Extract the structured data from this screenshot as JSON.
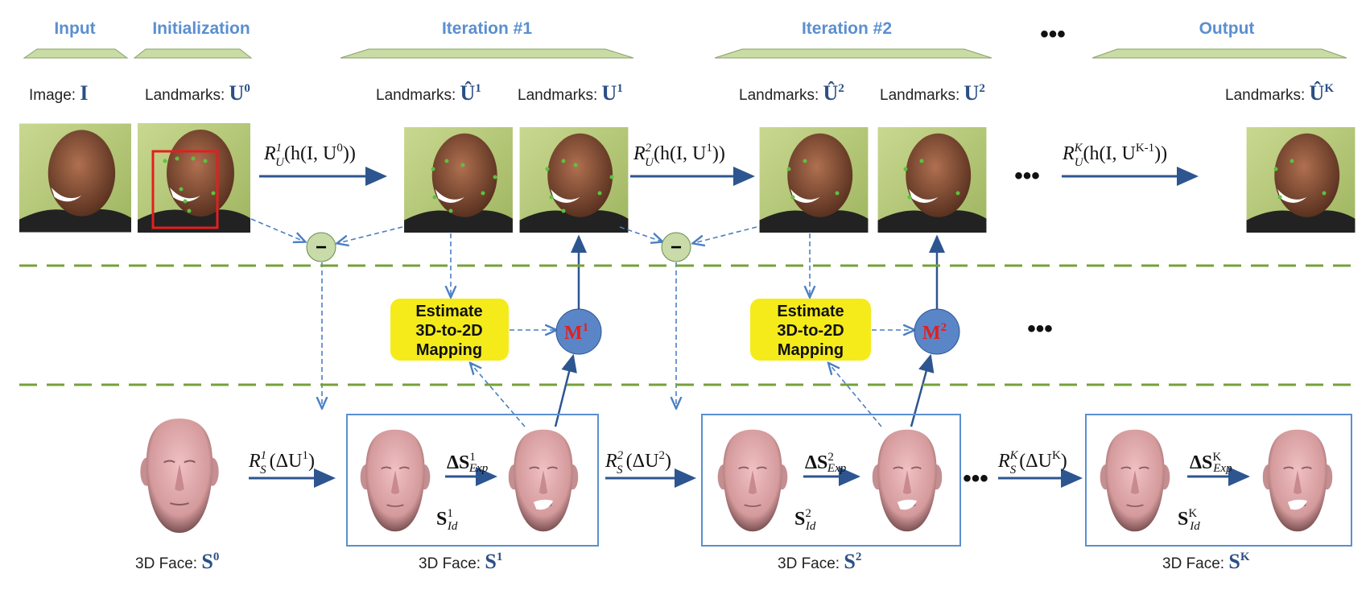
{
  "stages": {
    "input": "Input",
    "initialization": "Initialization",
    "iteration1": "Iteration #1",
    "iteration2": "Iteration #2",
    "ellipsis": "•••",
    "output": "Output"
  },
  "labels": {
    "image": "Image: ",
    "image_sym": "I",
    "landmarks": "Landmarks: ",
    "u0": "U",
    "u0_sup": "0",
    "uhat1": "Û",
    "uhat1_sup": "1",
    "u1": "U",
    "u1_sup": "1",
    "uhat2": "Û",
    "uhat2_sup": "2",
    "u2": "U",
    "u2_sup": "2",
    "uhatk": "Û",
    "uhatk_sup": "K"
  },
  "formulas": {
    "ru1": {
      "R": "R",
      "sub": "U",
      "sup": "1",
      "body": "(h(I, U",
      "arg_sup": "0",
      "end": "))"
    },
    "ru2": {
      "R": "R",
      "sub": "U",
      "sup": "2",
      "body": "(h(I, U",
      "arg_sup": "1",
      "end": "))"
    },
    "ruk": {
      "R": "R",
      "sub": "U",
      "sup": "K",
      "body": "(h(I, U",
      "arg_sup": "K-1",
      "end": "))"
    },
    "rs1": {
      "R": "R",
      "sub": "S",
      "sup": "1",
      "body": "(ΔU",
      "arg_sup": "1",
      "end": ")"
    },
    "rs2": {
      "R": "R",
      "sub": "S",
      "sup": "2",
      "body": "(ΔU",
      "arg_sup": "2",
      "end": ")"
    },
    "rsk": {
      "R": "R",
      "sub": "S",
      "sup": "K",
      "body": "(ΔU",
      "arg_sup": "K",
      "end": ")"
    },
    "dexp1": {
      "d": "ΔS",
      "sup": "1",
      "sub": "Exp"
    },
    "dexp2": {
      "d": "ΔS",
      "sup": "2",
      "sub": "Exp"
    },
    "dexpk": {
      "d": "ΔS",
      "sup": "K",
      "sub": "Exp"
    },
    "sid1": {
      "s": "S",
      "sup": "1",
      "sub": "Id"
    },
    "sid2": {
      "s": "S",
      "sup": "2",
      "sub": "Id"
    },
    "sidk": {
      "s": "S",
      "sup": "K",
      "sub": "Id"
    }
  },
  "estimate": {
    "line1": "Estimate",
    "line2": "3D-to-2D",
    "line3": "Mapping"
  },
  "mapping": {
    "m": "M",
    "m1_sup": "1",
    "m2_sup": "2"
  },
  "minus": "−",
  "ellipsis": "•••",
  "faces3d": {
    "label": "3D Face: ",
    "s": "S",
    "s0_sup": "0",
    "s1_sup": "1",
    "s2_sup": "2",
    "sk_sup": "K"
  },
  "colors": {
    "header": "#5b8fd0",
    "symbol": "#2b4f86",
    "arrow": "#2d5590",
    "dash_green": "#77a03a",
    "estimate_bg": "#f5eb1a",
    "m_circle": "#5a86c8",
    "minus_circle": "#c8dba8",
    "box": "#5b8fd0",
    "face": "#dba3a5"
  }
}
